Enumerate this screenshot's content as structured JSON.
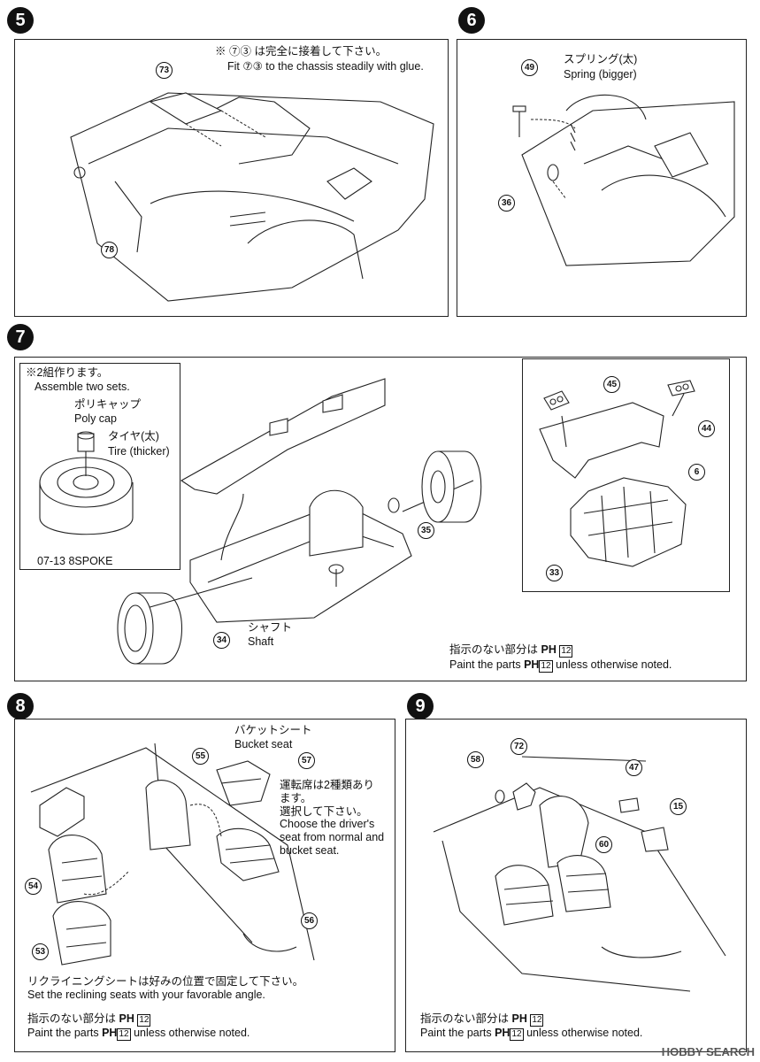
{
  "steps": {
    "s5": {
      "number": "5",
      "note_jp": "※ ⑦③ は完全に接着して下さい。",
      "note_en": "Fit ⑦③ to the chassis steadily with glue.",
      "parts": [
        "73",
        "78"
      ]
    },
    "s6": {
      "number": "6",
      "spring_jp": "スプリング(太)",
      "spring_en": "Spring (bigger)",
      "parts": [
        "49",
        "36"
      ]
    },
    "s7": {
      "number": "7",
      "assemble_jp": "※2組作ります。",
      "assemble_en": "Assemble two sets.",
      "polycap_jp": "ポリキャップ",
      "polycap_en": "Poly cap",
      "tire_jp": "タイヤ(太)",
      "tire_en": "Tire (thicker)",
      "wheel_code": "07-13 8SPOKE",
      "shaft_jp": "シャフト",
      "shaft_en": "Shaft",
      "paint_jp_prefix": "指示のない部分は",
      "paint_en_prefix": "Paint the parts",
      "paint_en_suffix": "unless otherwise noted.",
      "paint_code": "12",
      "parts": [
        "35",
        "34",
        "45",
        "44",
        "6",
        "33"
      ]
    },
    "s8": {
      "number": "8",
      "bucket_jp": "バケットシート",
      "bucket_en": "Bucket seat",
      "driver_jp_1": "運転席は2種類あり",
      "driver_jp_2": "ます。",
      "driver_jp_3": "選択して下さい。",
      "driver_en_1": "Choose the driver's",
      "driver_en_2": "seat from normal and",
      "driver_en_3": "bucket seat.",
      "recline_jp": "リクライニングシートは好みの位置で固定して下さい。",
      "recline_en": "Set the reclining seats with your favorable angle.",
      "paint_jp_prefix": "指示のない部分は",
      "paint_en_prefix": "Paint the parts",
      "paint_en_suffix": "unless otherwise noted.",
      "paint_code": "12",
      "parts": [
        "55",
        "57",
        "54",
        "56",
        "53"
      ]
    },
    "s9": {
      "number": "9",
      "paint_jp_prefix": "指示のない部分は",
      "paint_en_prefix": "Paint the parts",
      "paint_en_suffix": "unless otherwise noted.",
      "paint_code": "12",
      "parts": [
        "58",
        "72",
        "47",
        "15",
        "60"
      ]
    }
  },
  "paint_brand": "PH",
  "watermark": "HOBBY SEARCH",
  "circled_73": "73"
}
